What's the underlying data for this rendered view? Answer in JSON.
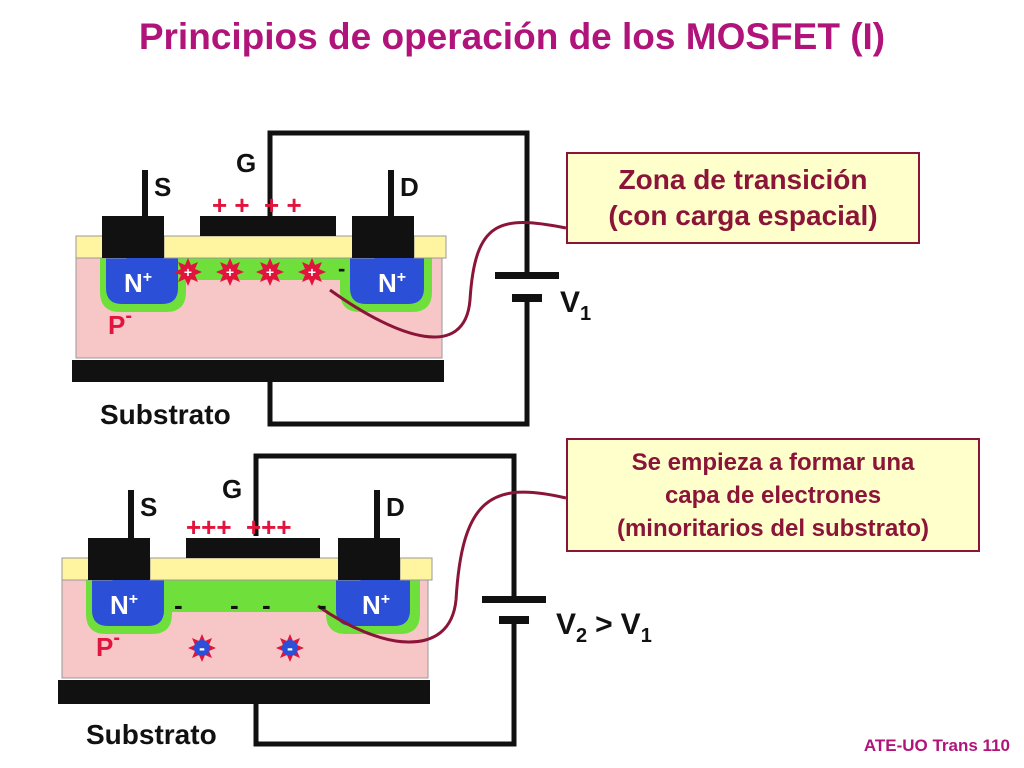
{
  "title": "Principios de operación de los MOSFET (I)",
  "footer": "ATE-UO Trans 110",
  "top_diagram": {
    "gate": "G",
    "source": "S",
    "drain": "D",
    "gate_charges": "+ +  + +",
    "n_left": "N",
    "n_right": "N",
    "plus_sup": "+",
    "p_region": "P",
    "minus_sup": "-",
    "ion_sign": "+",
    "minus_sign": "-",
    "substrate": "Substrato",
    "voltage_main": "V",
    "voltage_sub": "1",
    "callout_line1": "Zona de transición",
    "callout_line2": "(con carga espacial)"
  },
  "bottom_diagram": {
    "gate": "G",
    "source": "S",
    "drain": "D",
    "gate_charges": "+++  +++",
    "n_left": "N",
    "n_right": "N",
    "plus_sup": "+",
    "p_region": "P",
    "minus_sup": "-",
    "channel_minus": "-",
    "electron_sign": "-",
    "substrate": "Substrato",
    "voltage_v": "V",
    "voltage_sub_a": "2",
    "voltage_gt": ">",
    "voltage_sub_b": "1",
    "callout_line1": "Se empieza a formar una",
    "callout_line2": "capa de electrones",
    "callout_line3": "(minoritarios del substrato)"
  },
  "colors": {
    "title": "#b0147a",
    "substrate_p": "#f7c6c6",
    "oxide": "#fff5a0",
    "n_region": "#2b4fd6",
    "depletion": "#6fe03b",
    "metal": "#111111",
    "wire": "#8b1538",
    "charge_red": "#e0143c",
    "electron_blue": "#2b4fd6"
  }
}
